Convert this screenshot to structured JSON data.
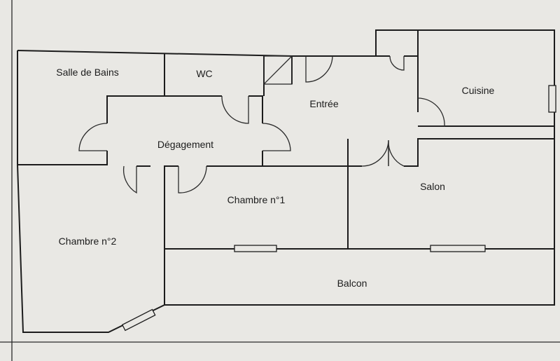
{
  "plan": {
    "rooms": {
      "salle_de_bains": "Salle de Bains",
      "wc": "WC",
      "entree": "Entrée",
      "cuisine": "Cuisine",
      "degagement": "Dégagement",
      "chambre_1": "Chambre n°1",
      "chambre_2": "Chambre n°2",
      "salon": "Salon",
      "balcon": "Balcon"
    }
  }
}
